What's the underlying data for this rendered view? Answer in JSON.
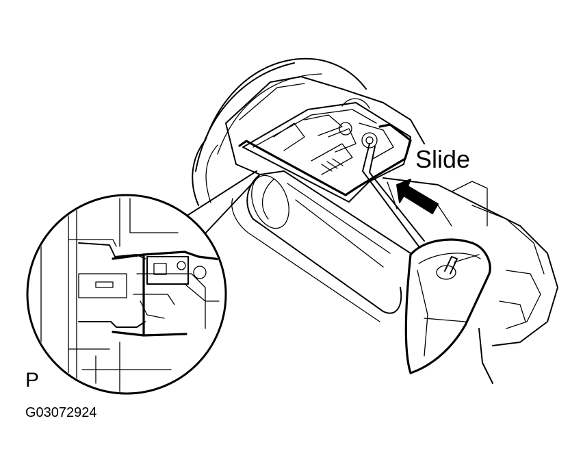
{
  "labels": {
    "slide": "Slide",
    "view_marker": "P",
    "figure_id": "G03072924"
  },
  "icons": {
    "direction_arrow": "arrow-up-left-icon"
  },
  "colors": {
    "ink": "#000000",
    "paper": "#ffffff"
  }
}
